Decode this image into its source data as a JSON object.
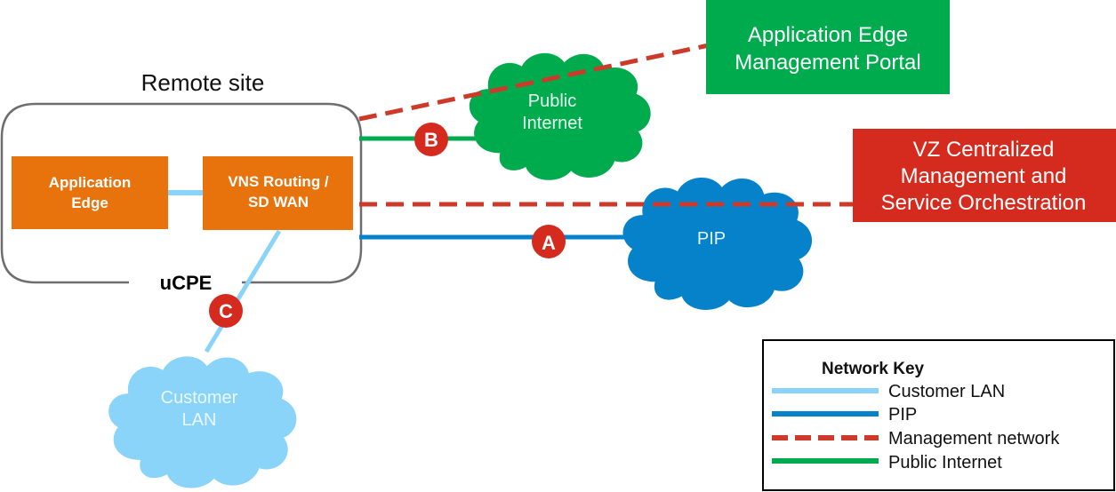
{
  "colors": {
    "orange": "#E8720C",
    "green": "#00AB4E",
    "red": "#D52B1E",
    "blue": "#0582CA",
    "light_blue": "#8AD4F9",
    "mgmt_red": "#CD3A2A",
    "gray": "#6E6E6E"
  },
  "remote_site": {
    "title": "Remote site",
    "ucpe_label": "uCPE",
    "application_edge": [
      "Application",
      "Edge"
    ],
    "vns_routing": [
      "VNS Routing /",
      "SD WAN"
    ]
  },
  "clouds": {
    "public_internet": [
      "Public",
      "Internet"
    ],
    "pip": "PIP",
    "customer_lan": [
      "Customer",
      "LAN"
    ]
  },
  "boxes": {
    "app_edge_portal": [
      "Application Edge",
      "Management Portal"
    ],
    "vz_centralized": [
      "VZ Centralized",
      "Management and",
      "Service Orchestration"
    ]
  },
  "markers": {
    "a": "A",
    "b": "B",
    "c": "C"
  },
  "network_key": {
    "title": "Network Key",
    "items": [
      {
        "label": "Customer LAN",
        "style": "solid",
        "color": "#8AD4F9"
      },
      {
        "label": "PIP",
        "style": "solid",
        "color": "#0582CA"
      },
      {
        "label": "Management network",
        "style": "dashed",
        "color": "#CD3A2A"
      },
      {
        "label": "Public Internet",
        "style": "solid",
        "color": "#00AB4E"
      }
    ]
  }
}
